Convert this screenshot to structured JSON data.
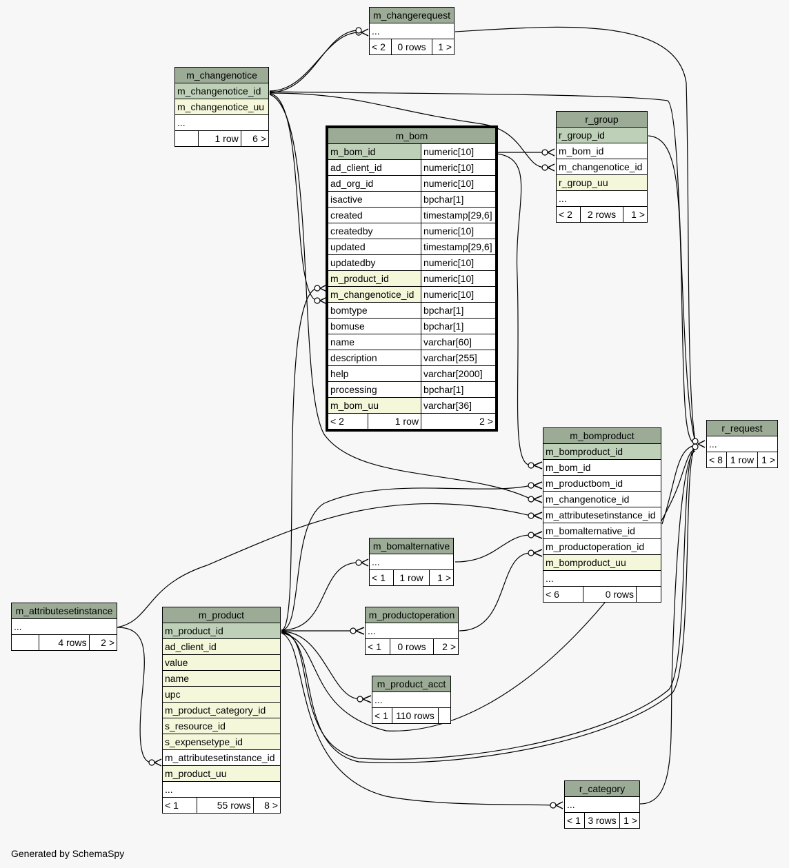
{
  "tables": {
    "m_changerequest": {
      "name": "m_changerequest",
      "cols": [
        "..."
      ],
      "foot": [
        "< 2",
        "0 rows",
        "1 >"
      ]
    },
    "m_changenotice": {
      "name": "m_changenotice",
      "cols": [
        "m_changenotice_id",
        "m_changenotice_uu",
        "..."
      ],
      "foot": [
        "",
        "1 row",
        "6 >"
      ]
    },
    "r_group": {
      "name": "r_group",
      "cols": [
        "r_group_id",
        "m_bom_id",
        "m_changenotice_id",
        "r_group_uu",
        "..."
      ],
      "foot": [
        "< 2",
        "2 rows",
        "1 >"
      ]
    },
    "m_bom": {
      "name": "m_bom",
      "cols": [
        [
          "m_bom_id",
          "numeric[10]"
        ],
        [
          "ad_client_id",
          "numeric[10]"
        ],
        [
          "ad_org_id",
          "numeric[10]"
        ],
        [
          "isactive",
          "bpchar[1]"
        ],
        [
          "created",
          "timestamp[29,6]"
        ],
        [
          "createdby",
          "numeric[10]"
        ],
        [
          "updated",
          "timestamp[29,6]"
        ],
        [
          "updatedby",
          "numeric[10]"
        ],
        [
          "m_product_id",
          "numeric[10]"
        ],
        [
          "m_changenotice_id",
          "numeric[10]"
        ],
        [
          "bomtype",
          "bpchar[1]"
        ],
        [
          "bomuse",
          "bpchar[1]"
        ],
        [
          "name",
          "varchar[60]"
        ],
        [
          "description",
          "varchar[255]"
        ],
        [
          "help",
          "varchar[2000]"
        ],
        [
          "processing",
          "bpchar[1]"
        ],
        [
          "m_bom_uu",
          "varchar[36]"
        ]
      ],
      "foot": [
        "< 2",
        "1 row",
        "2 >"
      ]
    },
    "r_request": {
      "name": "r_request",
      "cols": [
        "..."
      ],
      "foot": [
        "< 8",
        "1 row",
        "1 >"
      ]
    },
    "m_bomproduct": {
      "name": "m_bomproduct",
      "cols": [
        "m_bomproduct_id",
        "m_bom_id",
        "m_productbom_id",
        "m_changenotice_id",
        "m_attributesetinstance_id",
        "m_bomalternative_id",
        "m_productoperation_id",
        "m_bomproduct_uu",
        "..."
      ],
      "foot": [
        "< 6",
        "0 rows",
        ""
      ]
    },
    "m_bomalternative": {
      "name": "m_bomalternative",
      "cols": [
        "..."
      ],
      "foot": [
        "< 1",
        "1 row",
        "1 >"
      ]
    },
    "m_attributesetinstance": {
      "name": "m_attributesetinstance",
      "cols": [
        "..."
      ],
      "foot": [
        "",
        "4 rows",
        "2 >"
      ]
    },
    "m_product": {
      "name": "m_product",
      "cols": [
        "m_product_id",
        "ad_client_id",
        "value",
        "name",
        "upc",
        "m_product_category_id",
        "s_resource_id",
        "s_expensetype_id",
        "m_attributesetinstance_id",
        "m_product_uu",
        "..."
      ],
      "foot": [
        "< 1",
        "55 rows",
        "8 >"
      ]
    },
    "m_productoperation": {
      "name": "m_productoperation",
      "cols": [
        "..."
      ],
      "foot": [
        "< 1",
        "0 rows",
        "2 >"
      ]
    },
    "m_product_acct": {
      "name": "m_product_acct",
      "cols": [
        "..."
      ],
      "foot": [
        "< 1",
        "110 rows",
        ""
      ]
    },
    "r_category": {
      "name": "r_category",
      "cols": [
        "..."
      ],
      "foot": [
        "< 1",
        "3 rows",
        "1 >"
      ]
    }
  },
  "colors": {
    "header": "#9bab96",
    "primary_key": "#bed1b8",
    "indexed": "#f4f7da",
    "background": "#f7f7f7"
  },
  "generated_by": "Generated by SchemaSpy"
}
